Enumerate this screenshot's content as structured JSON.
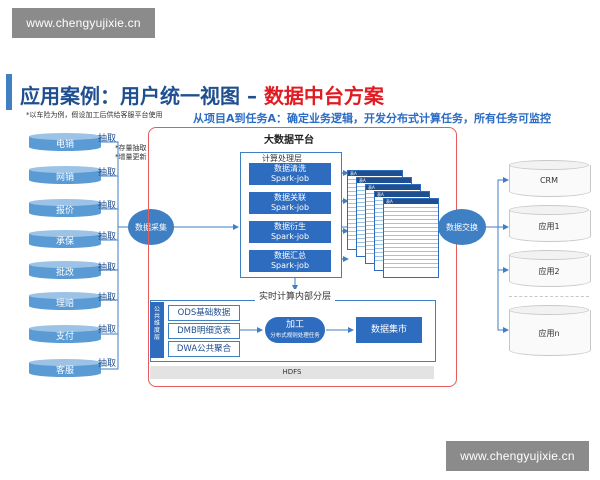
{
  "watermark": {
    "top": "www.chengyujixie.cn",
    "bottom": "www.chengyujixie.cn"
  },
  "title": {
    "main": "应用案例：用户统一视图 – ",
    "highlight": "数据中台方案"
  },
  "subtitle": "从项目A到任务A：确定业务逻辑，开发分布式计算任务，所有任务可监控",
  "note": "*以车险为例，假设加工后供给客服平台使用",
  "sources": [
    "电销",
    "网销",
    "报价",
    "承保",
    "批改",
    "理赔",
    "支付",
    "客服"
  ],
  "extract_label": "抽取",
  "extract_modes": [
    "*存量抽取",
    "*增量更新"
  ],
  "collect_label": "数据采集",
  "platform_title": "大数据平台",
  "calc_layer": {
    "title": "计算处理层",
    "items": [
      {
        "name": "数据清洗",
        "sub": "Spark-job"
      },
      {
        "name": "数据关联",
        "sub": "Spark-job"
      },
      {
        "name": "数据衍生",
        "sub": "Spark-job"
      },
      {
        "name": "数据汇总",
        "sub": "Spark-job"
      }
    ]
  },
  "sheet_label": "表A",
  "exchange_label": "数据交换",
  "realtime": {
    "title": "实时计算内部分层",
    "vertical_label": "公共维度层",
    "layers": [
      "ODS基础数据",
      "DMB明细宽表",
      "DWA公共聚合"
    ],
    "process_title": "加工",
    "process_sub": "分布式规则处理任务",
    "mart": "数据集市"
  },
  "hdfs": "HDFS",
  "targets": [
    "CRM",
    "应用1",
    "应用2",
    "应用n"
  ],
  "colors": {
    "accent": "#2e6cbf",
    "title_blue": "#1f4f8f",
    "highlight_red": "#e11b22",
    "platform_border": "#e55a5a"
  }
}
